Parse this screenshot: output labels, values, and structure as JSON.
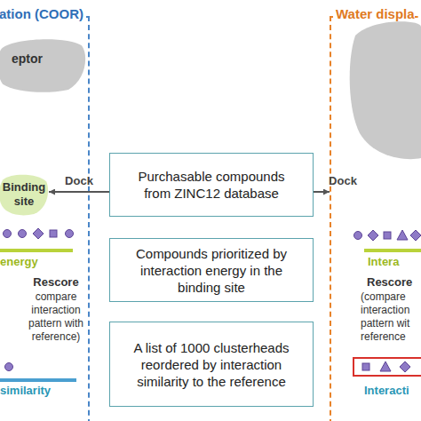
{
  "diagram": {
    "nodes": [
      {
        "text": [
          "ation (COOR)"
        ]
      },
      {
        "text": [
          "eptor"
        ],
        "in": 0
      },
      {
        "text": [
          "Binding site"
        ],
        "in": 0
      },
      {
        "text": [
          "Purchasable compounds from ZINC12 database"
        ]
      },
      {
        "text": [
          "Compounds prioritized by interaction energy in the binding site"
        ]
      },
      {
        "text": [
          "A list of 1000 clusterheads reordered by interaction similarity to the reference"
        ]
      },
      {
        "text": [
          "Water displa"
        ]
      }
    ],
    "edges": [
      {
        "from": 3,
        "to": 2,
        "label": "Dock",
        "arrow": "to"
      },
      {
        "from": 3,
        "to": 6,
        "label": "Dock",
        "arrow": "to"
      }
    ],
    "labels": [
      "energy",
      "Rescore",
      "compare interaction pattern with reference)",
      "similarity",
      "Intera",
      "Rescore",
      "(compare interaction pattern wit reference",
      "Interacti"
    ]
  }
}
